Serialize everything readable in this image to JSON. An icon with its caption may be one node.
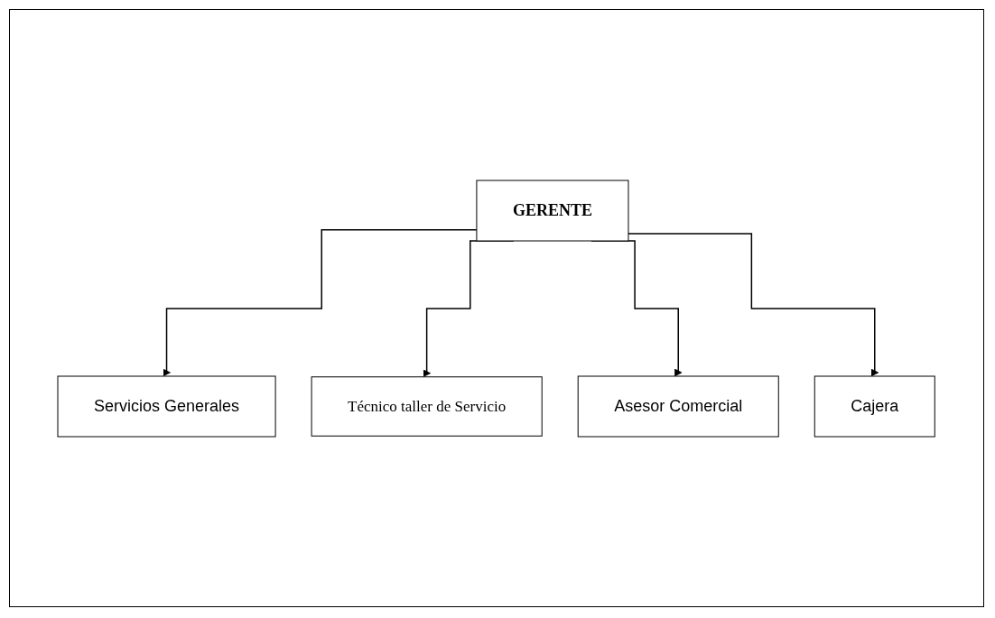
{
  "diagram": {
    "nodes": [
      {
        "text": [
          "GERENTE"
        ]
      },
      {
        "text": [
          "Servicios Generales"
        ]
      },
      {
        "text": [
          "Técnico taller de Servicio"
        ]
      },
      {
        "text": [
          "Asesor Comercial"
        ]
      },
      {
        "text": [
          "Cajera"
        ]
      }
    ],
    "edges": [
      {
        "from": 0,
        "to": 1,
        "arrow": "to"
      },
      {
        "from": 0,
        "to": 2,
        "arrow": "to"
      },
      {
        "from": 0,
        "to": 3,
        "arrow": "to"
      },
      {
        "from": 0,
        "to": 4,
        "arrow": "to"
      }
    ]
  }
}
